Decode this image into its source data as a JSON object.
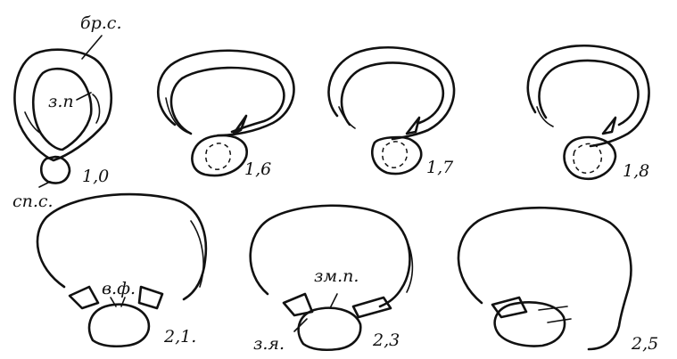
{
  "panels": [
    {
      "id": "p10",
      "stage": "1,0"
    },
    {
      "id": "p16",
      "stage": "1,6"
    },
    {
      "id": "p17",
      "stage": "1,7"
    },
    {
      "id": "p18",
      "stage": "1,8"
    },
    {
      "id": "p21",
      "stage": "2,1."
    },
    {
      "id": "p23",
      "stage": "2,3"
    },
    {
      "id": "p25",
      "stage": "2,5"
    }
  ],
  "labels": {
    "br_s": "бр.с.",
    "z_p": "з.п",
    "sp_s": "сп.с.",
    "v_f": "в.ф.",
    "zm_p": "зм.п.",
    "z_ya": "з.я."
  }
}
